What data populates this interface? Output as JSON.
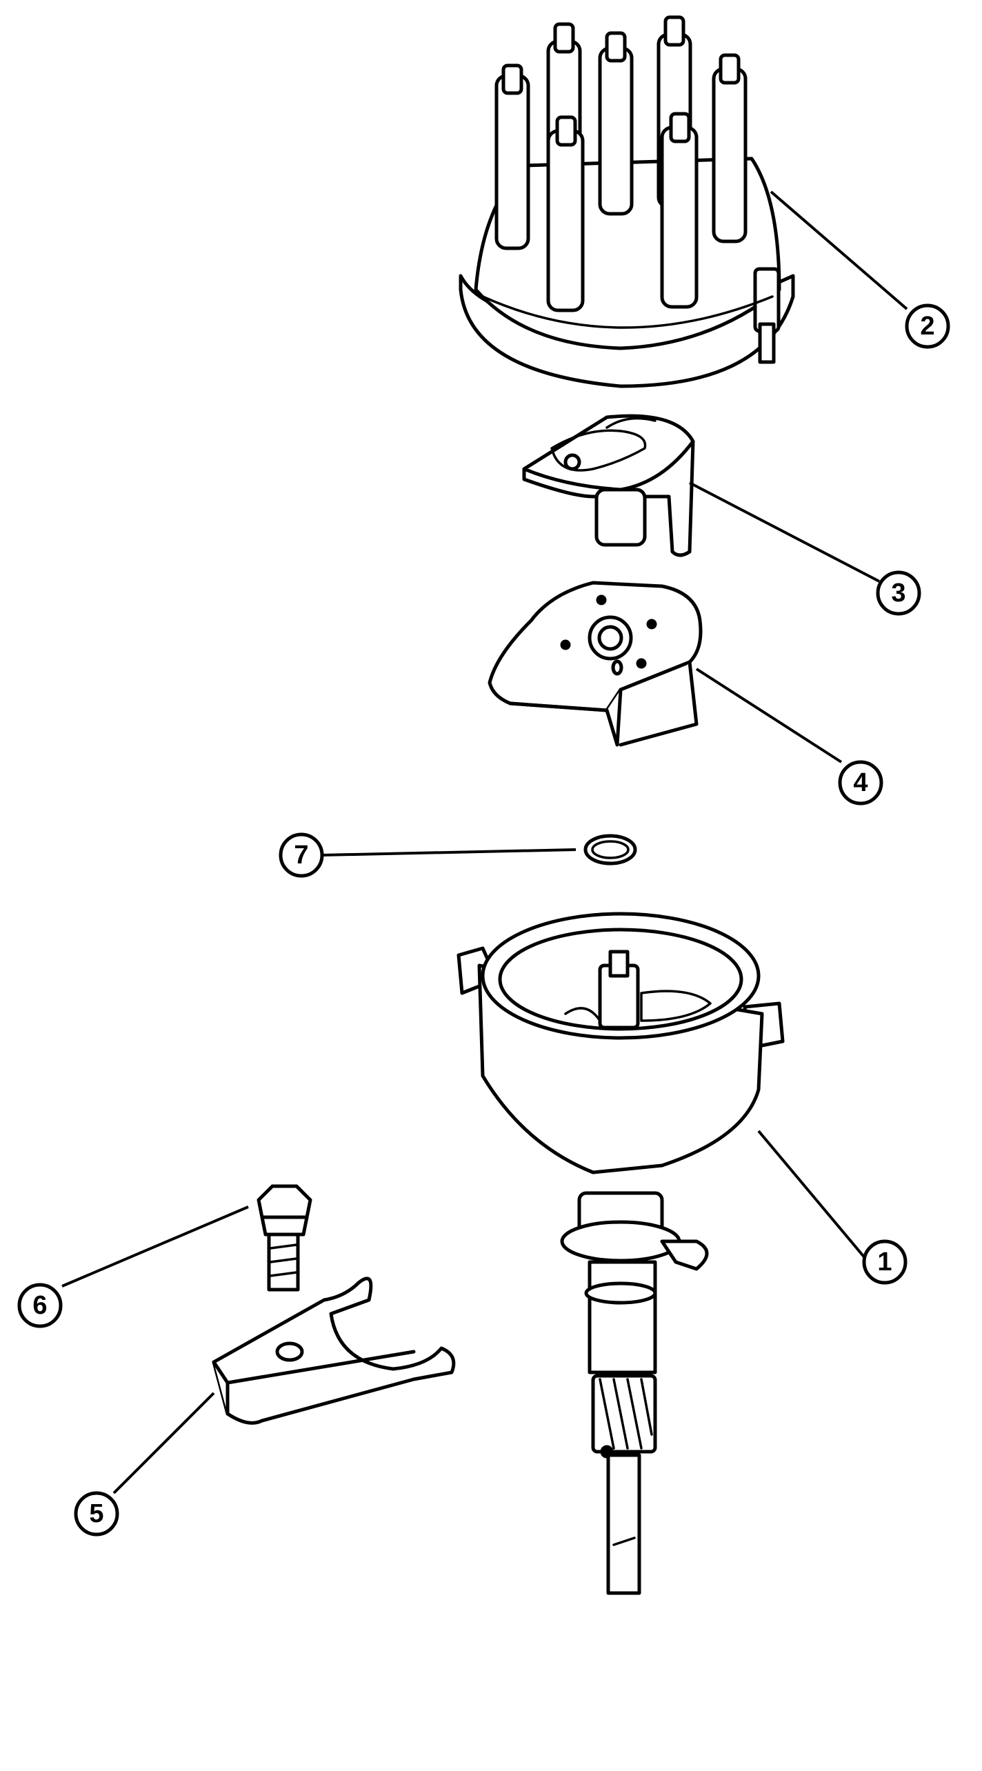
{
  "callouts": [
    {
      "id": "1",
      "label": "1",
      "part": "distributor-housing"
    },
    {
      "id": "2",
      "label": "2",
      "part": "distributor-cap"
    },
    {
      "id": "3",
      "label": "3",
      "part": "rotor"
    },
    {
      "id": "4",
      "label": "4",
      "part": "shield"
    },
    {
      "id": "5",
      "label": "5",
      "part": "hold-down-clamp"
    },
    {
      "id": "6",
      "label": "6",
      "part": "hold-down-bolt"
    },
    {
      "id": "7",
      "label": "7",
      "part": "o-ring"
    }
  ]
}
